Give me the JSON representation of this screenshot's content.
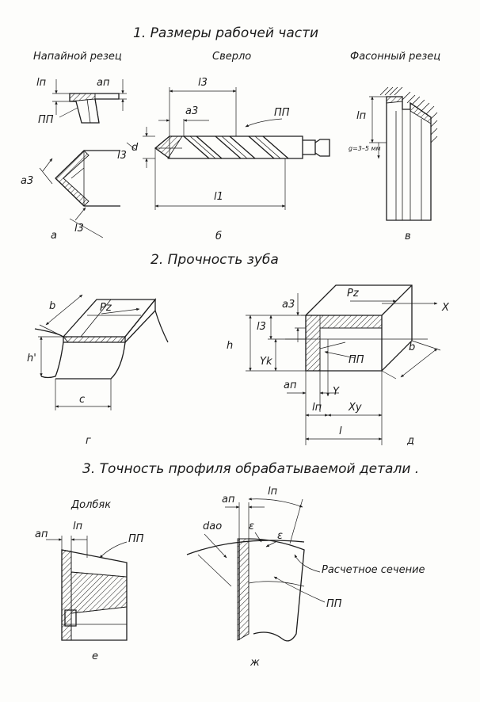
{
  "sections": {
    "s1_title": "1. Размеры рабочей части",
    "s2_title": "2. Прочность зуба",
    "s3_title": "3. Точность профиля обрабатываемой детали ."
  },
  "captions": {
    "napainoy": "Напайной резец",
    "sverlo": "Сверло",
    "fasonny": "Фасонный резец",
    "dolbyak": "Долбяк",
    "raschetnoe": "Расчетное сечение"
  },
  "figure_letters": {
    "a": "а",
    "b": "б",
    "v": "в",
    "g": "г",
    "d": "д",
    "e": "е",
    "zh": "ж"
  },
  "symbols": {
    "ln": "lп",
    "an": "aп",
    "a3": "a3",
    "l3": "l3",
    "l1": "l1",
    "d": "d",
    "pp": "ПП",
    "g_note": "g=3–5 мм",
    "b": "b",
    "h_prime": "h'",
    "c": "c",
    "pz": "Pz",
    "h": "h",
    "yk": "Yk",
    "x": "X",
    "y": "Y",
    "xy": "Xy",
    "l": "l",
    "dao": "dao",
    "eps": "ε"
  }
}
